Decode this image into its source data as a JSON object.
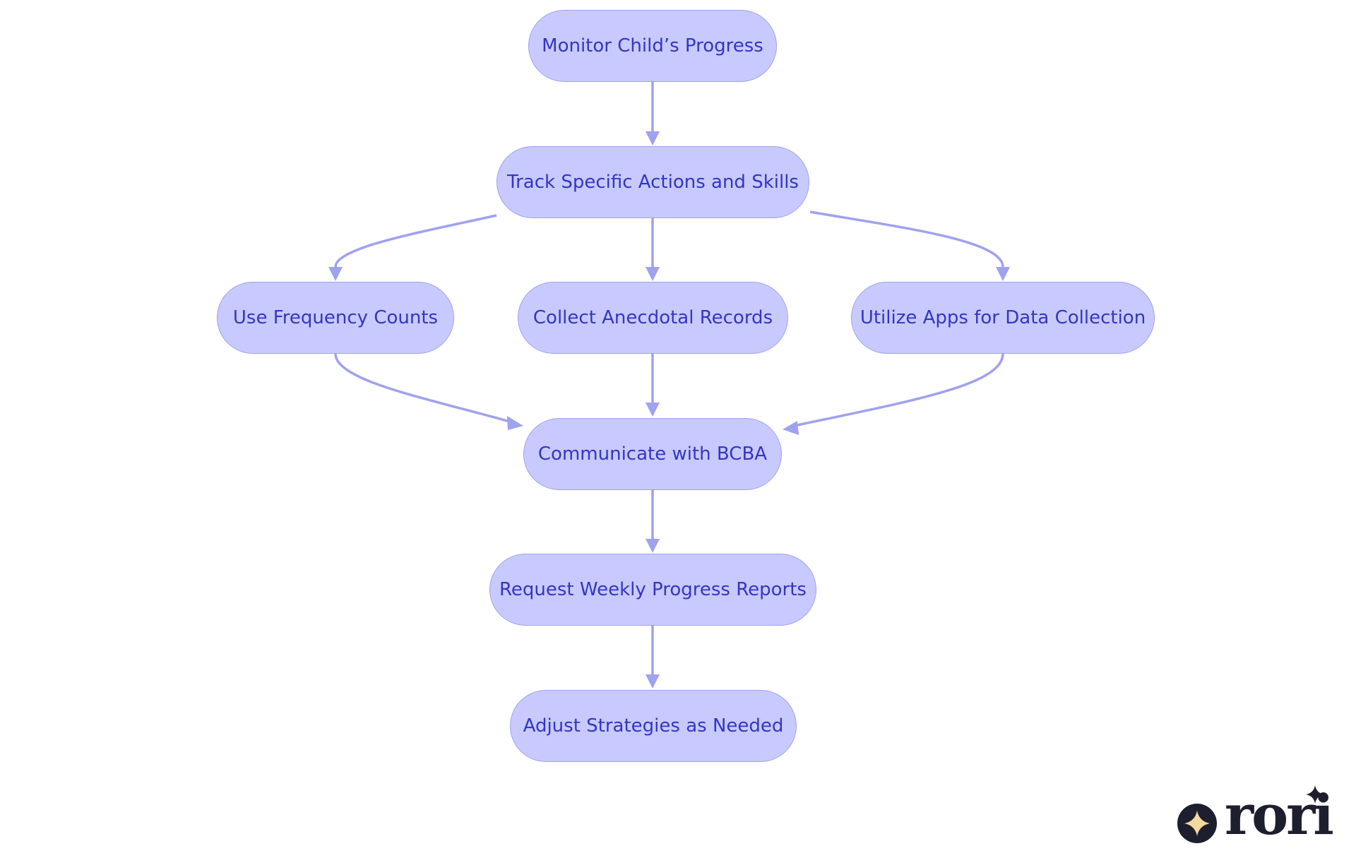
{
  "nodes": {
    "monitor": "Monitor Child’s Progress",
    "track": "Track Specific Actions and Skills",
    "frequency": "Use Frequency Counts",
    "anecdotal": "Collect Anecdotal Records",
    "apps": "Utilize Apps for Data Collection",
    "communicate": "Communicate with BCBA",
    "weekly": "Request Weekly Progress Reports",
    "adjust": "Adjust Strategies as Needed"
  },
  "edges": [
    [
      "monitor",
      "track"
    ],
    [
      "track",
      "frequency"
    ],
    [
      "track",
      "anecdotal"
    ],
    [
      "track",
      "apps"
    ],
    [
      "frequency",
      "communicate"
    ],
    [
      "anecdotal",
      "communicate"
    ],
    [
      "apps",
      "communicate"
    ],
    [
      "communicate",
      "weekly"
    ],
    [
      "weekly",
      "adjust"
    ]
  ],
  "logo": {
    "text": "rori",
    "icon": "sparkle-icon"
  },
  "colors": {
    "node_fill": "#c8caff",
    "node_border": "#9ea2ee",
    "node_text": "#3336c4",
    "edge": "#9fa2ee",
    "logo_dark": "#1e1f2e",
    "logo_star": "#f3d9a0"
  }
}
